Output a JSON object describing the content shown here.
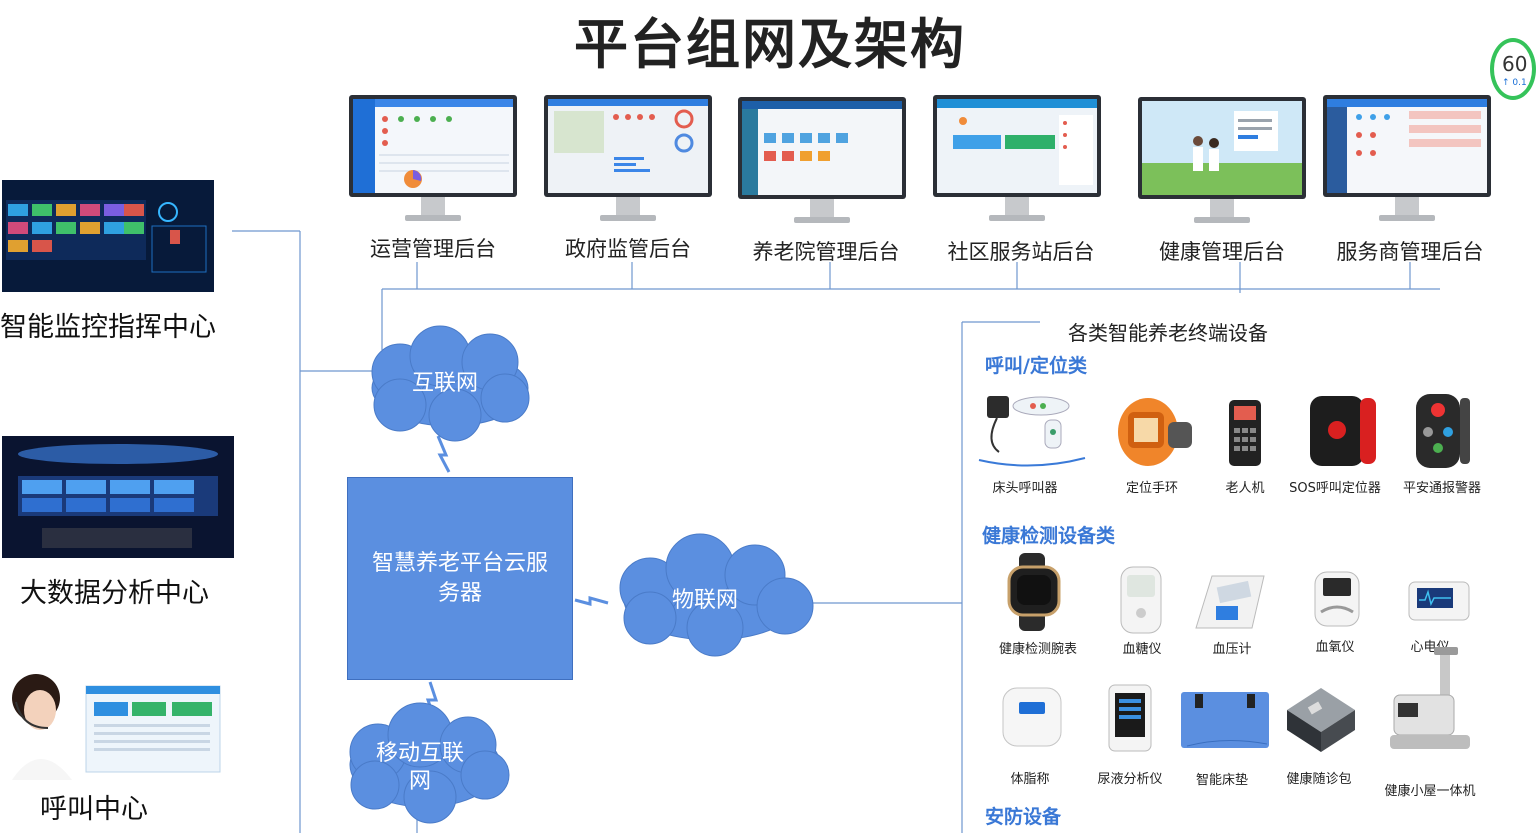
{
  "title": "平台组网及架构",
  "badge": {
    "value": "60",
    "sub": "↑ 0.1"
  },
  "backends": [
    {
      "label": "运营管理后台"
    },
    {
      "label": "政府监管后台"
    },
    {
      "label": "养老院管理后台"
    },
    {
      "label": "社区服务站后台"
    },
    {
      "label": "健康管理后台"
    },
    {
      "label": "服务商管理后台"
    }
  ],
  "left_centers": [
    {
      "label": "智能监控指挥中心"
    },
    {
      "label": "大数据分析中心"
    },
    {
      "label": "呼叫中心"
    }
  ],
  "clouds": {
    "internet": "互联网",
    "iot": "物联网",
    "mobile": "移动互联网"
  },
  "server": {
    "label": "智慧养老平台云服务器"
  },
  "devices": {
    "title": "各类智能养老终端设备",
    "sections": [
      {
        "name": "呼叫/定位类",
        "items": [
          "床头呼叫器",
          "定位手环",
          "老人机",
          "SOS呼叫定位器",
          "平安通报警器"
        ]
      },
      {
        "name": "健康检测设备类",
        "items": [
          "健康检测腕表",
          "血糖仪",
          "血压计",
          "血氧仪",
          "心电仪",
          "体脂称",
          "尿液分析仪",
          "智能床垫",
          "健康随诊包",
          "健康小屋一体机"
        ]
      },
      {
        "name": "安防设备",
        "items": []
      }
    ]
  },
  "colors": {
    "accent": "#3a78d6",
    "cloud": "#5b8fe0",
    "line": "#5a8fd0"
  }
}
